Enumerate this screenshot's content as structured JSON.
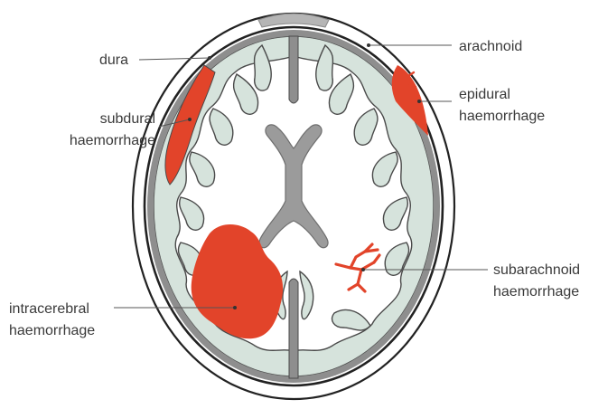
{
  "labels": {
    "dura": "dura",
    "arachnoid": "arachnoid",
    "subdural_line1": "subdural",
    "subdural_line2": "haemorrhage",
    "epidural_line1": "epidural",
    "epidural_line2": "haemorrhage",
    "subarachnoid_line1": "subarachnoid",
    "subarachnoid_line2": "haemorrhage",
    "intracerebral_line1": "intracerebral",
    "intracerebral_line2": "haemorrhage"
  },
  "colors": {
    "haemorrhage": "#e2442a",
    "brain_tissue": "#d6e3dc",
    "meninges": "#8e8e8e",
    "ventricle": "#9b9b9b",
    "skull_outline": "#222222",
    "label_text": "#3a3a3a"
  }
}
